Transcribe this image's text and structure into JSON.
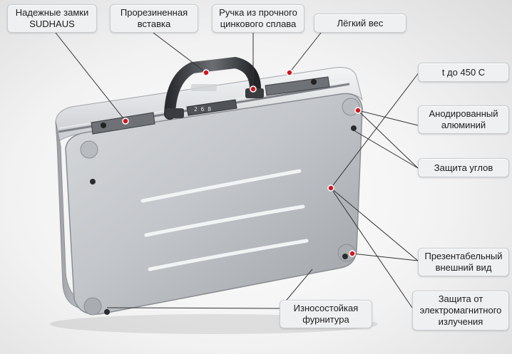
{
  "callouts": {
    "locks": "Надежные замки\nSUDHAUS",
    "rubber_insert": "Прорезиненная\nвставка",
    "handle": "Ручка из прочного\nцинкового сплава",
    "light_weight": "Лёгкий вес",
    "temperature": "t до 450 С",
    "anodized": "Анодированный\nалюминий",
    "corner_protection": "Защита углов",
    "presentable": "Презентабельный\nвнешний вид",
    "emi_protection": "Защита от\nэлектромагнитного\nизлучения",
    "hardware": "Износостойкая\nфурнитура"
  },
  "combination_digits": "2 6 8",
  "colors": {
    "marker": "#d0161f",
    "case_light": "#e6e7e9",
    "case_dark": "#8d9095",
    "label_bg": "#eef0f2"
  }
}
